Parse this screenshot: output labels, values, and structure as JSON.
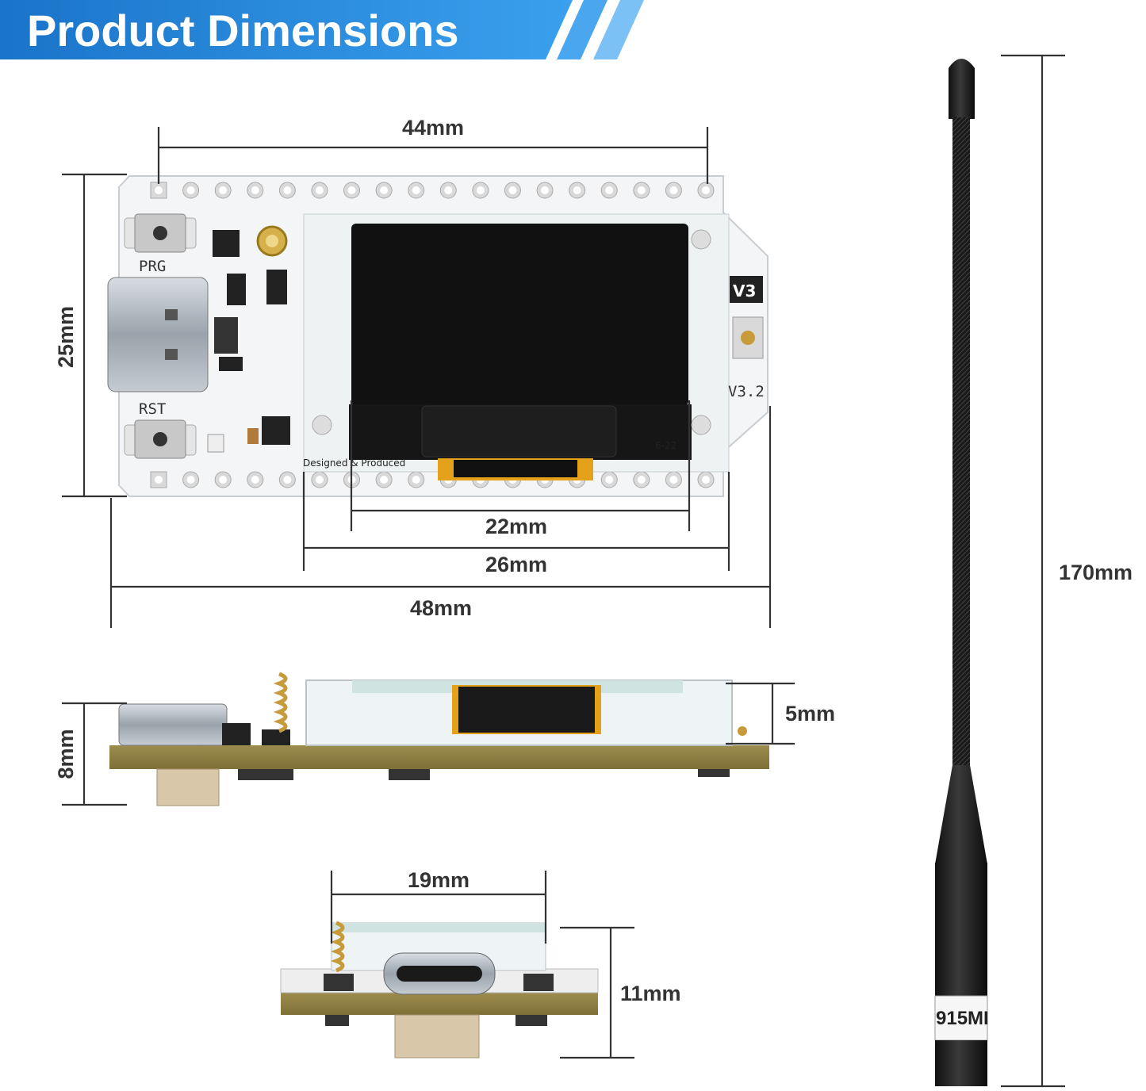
{
  "banner": {
    "title": "Product Dimensions",
    "color_start": "#1a74c9",
    "color_end": "#3aa0ee"
  },
  "board_top": {
    "labels": {
      "prg": "PRG",
      "rst": "RST",
      "version": "V3",
      "revision": "V3.2",
      "designed": "Designed & Produced",
      "date": "6-22"
    },
    "pin_count": 18
  },
  "dimensions": {
    "width_holes": "44mm",
    "height": "25mm",
    "oled_active": "22mm",
    "oled_glass": "26mm",
    "overall_length": "48mm",
    "side_height": "8mm",
    "oled_thickness": "5mm",
    "end_width": "19mm",
    "end_height": "11mm",
    "antenna_length": "170mm"
  },
  "antenna": {
    "label": "915MI"
  }
}
